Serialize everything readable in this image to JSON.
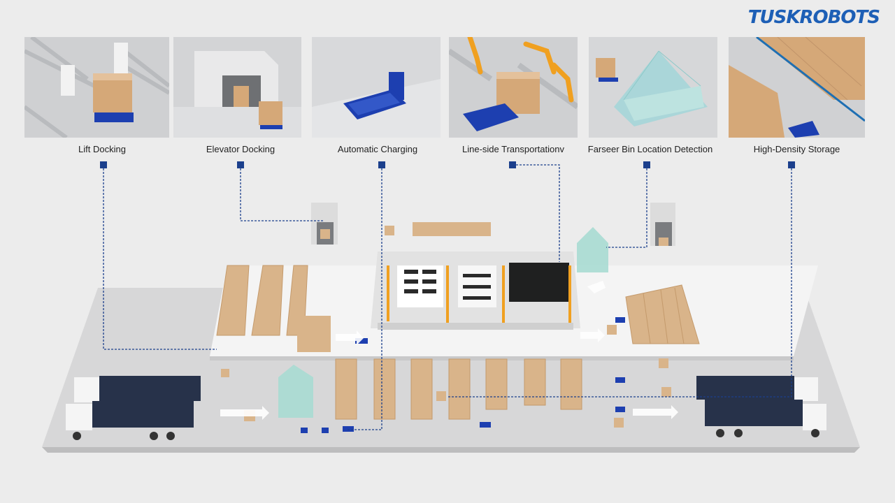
{
  "brand": {
    "logo_text": "TUSKROBOTS",
    "color": "#1d5fb6"
  },
  "features": [
    {
      "label": "Lift Docking"
    },
    {
      "label": "Elevator Docking"
    },
    {
      "label": "Automatic Charging"
    },
    {
      "label": "Line-side Transportationv"
    },
    {
      "label": "Farseer Bin Location Detection"
    },
    {
      "label": "High-Density Storage"
    }
  ],
  "colors": {
    "marker": "#1b3f8c",
    "leader_line": "#1b3f8c",
    "box": "#d9b48a",
    "agv": "#1d3fb0",
    "robot_arm": "#f0a020",
    "trailer": "#27324a",
    "floor": "#d9d9d9"
  }
}
